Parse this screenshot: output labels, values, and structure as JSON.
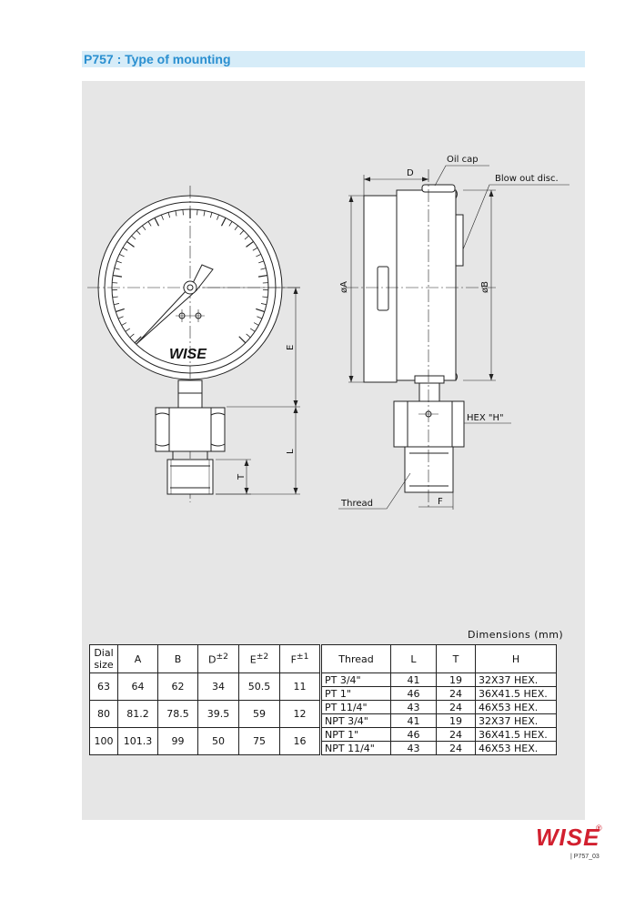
{
  "header": {
    "title": "P757 : Type of mounting"
  },
  "drawing": {
    "gauge_brand": "WISE",
    "labels": {
      "oil_cap": "Oil cap",
      "blow_out": "Blow out disc.",
      "d": "D",
      "phi_a": "øA",
      "phi_b": "øB",
      "e": "E",
      "l": "L",
      "t": "T",
      "f": "F",
      "hex": "HEX \"H\"",
      "thread": "Thread"
    }
  },
  "table": {
    "caption": "Dimensions  (mm)",
    "headers": {
      "dial_size": "Dial size",
      "a": "A",
      "b": "B",
      "d": "D",
      "d_tol": "±2",
      "e": "E",
      "e_tol": "±2",
      "f": "F",
      "f_tol": "±1",
      "thread": "Thread",
      "l": "L",
      "t": "T",
      "h": "H"
    },
    "groups": [
      {
        "dial": "63",
        "a": "64",
        "b": "62",
        "d": "34",
        "e": "50.5",
        "f": "11",
        "threads": [
          {
            "thread": "PT  3/4\"",
            "l": "41",
            "t": "19",
            "h": "32X37  HEX."
          },
          {
            "thread": "PT  1\"",
            "l": "46",
            "t": "24",
            "h": "36X41.5  HEX."
          }
        ]
      },
      {
        "dial": "80",
        "a": "81.2",
        "b": "78.5",
        "d": "39.5",
        "e": "59",
        "f": "12",
        "threads": [
          {
            "thread": "PT  11/4\"",
            "l": "43",
            "t": "24",
            "h": "46X53  HEX."
          },
          {
            "thread": "NPT  3/4\"",
            "l": "41",
            "t": "19",
            "h": "32X37  HEX."
          }
        ]
      },
      {
        "dial": "100",
        "a": "101.3",
        "b": "99",
        "d": "50",
        "e": "75",
        "f": "16",
        "threads": [
          {
            "thread": "NPT  1\"",
            "l": "46",
            "t": "24",
            "h": "36X41.5  HEX."
          },
          {
            "thread": "NPT  11/4\"",
            "l": "43",
            "t": "24",
            "h": "46X53  HEX."
          }
        ]
      }
    ]
  },
  "footer": {
    "logo": "WISE",
    "registered": "®",
    "page_code": "P757_03"
  }
}
